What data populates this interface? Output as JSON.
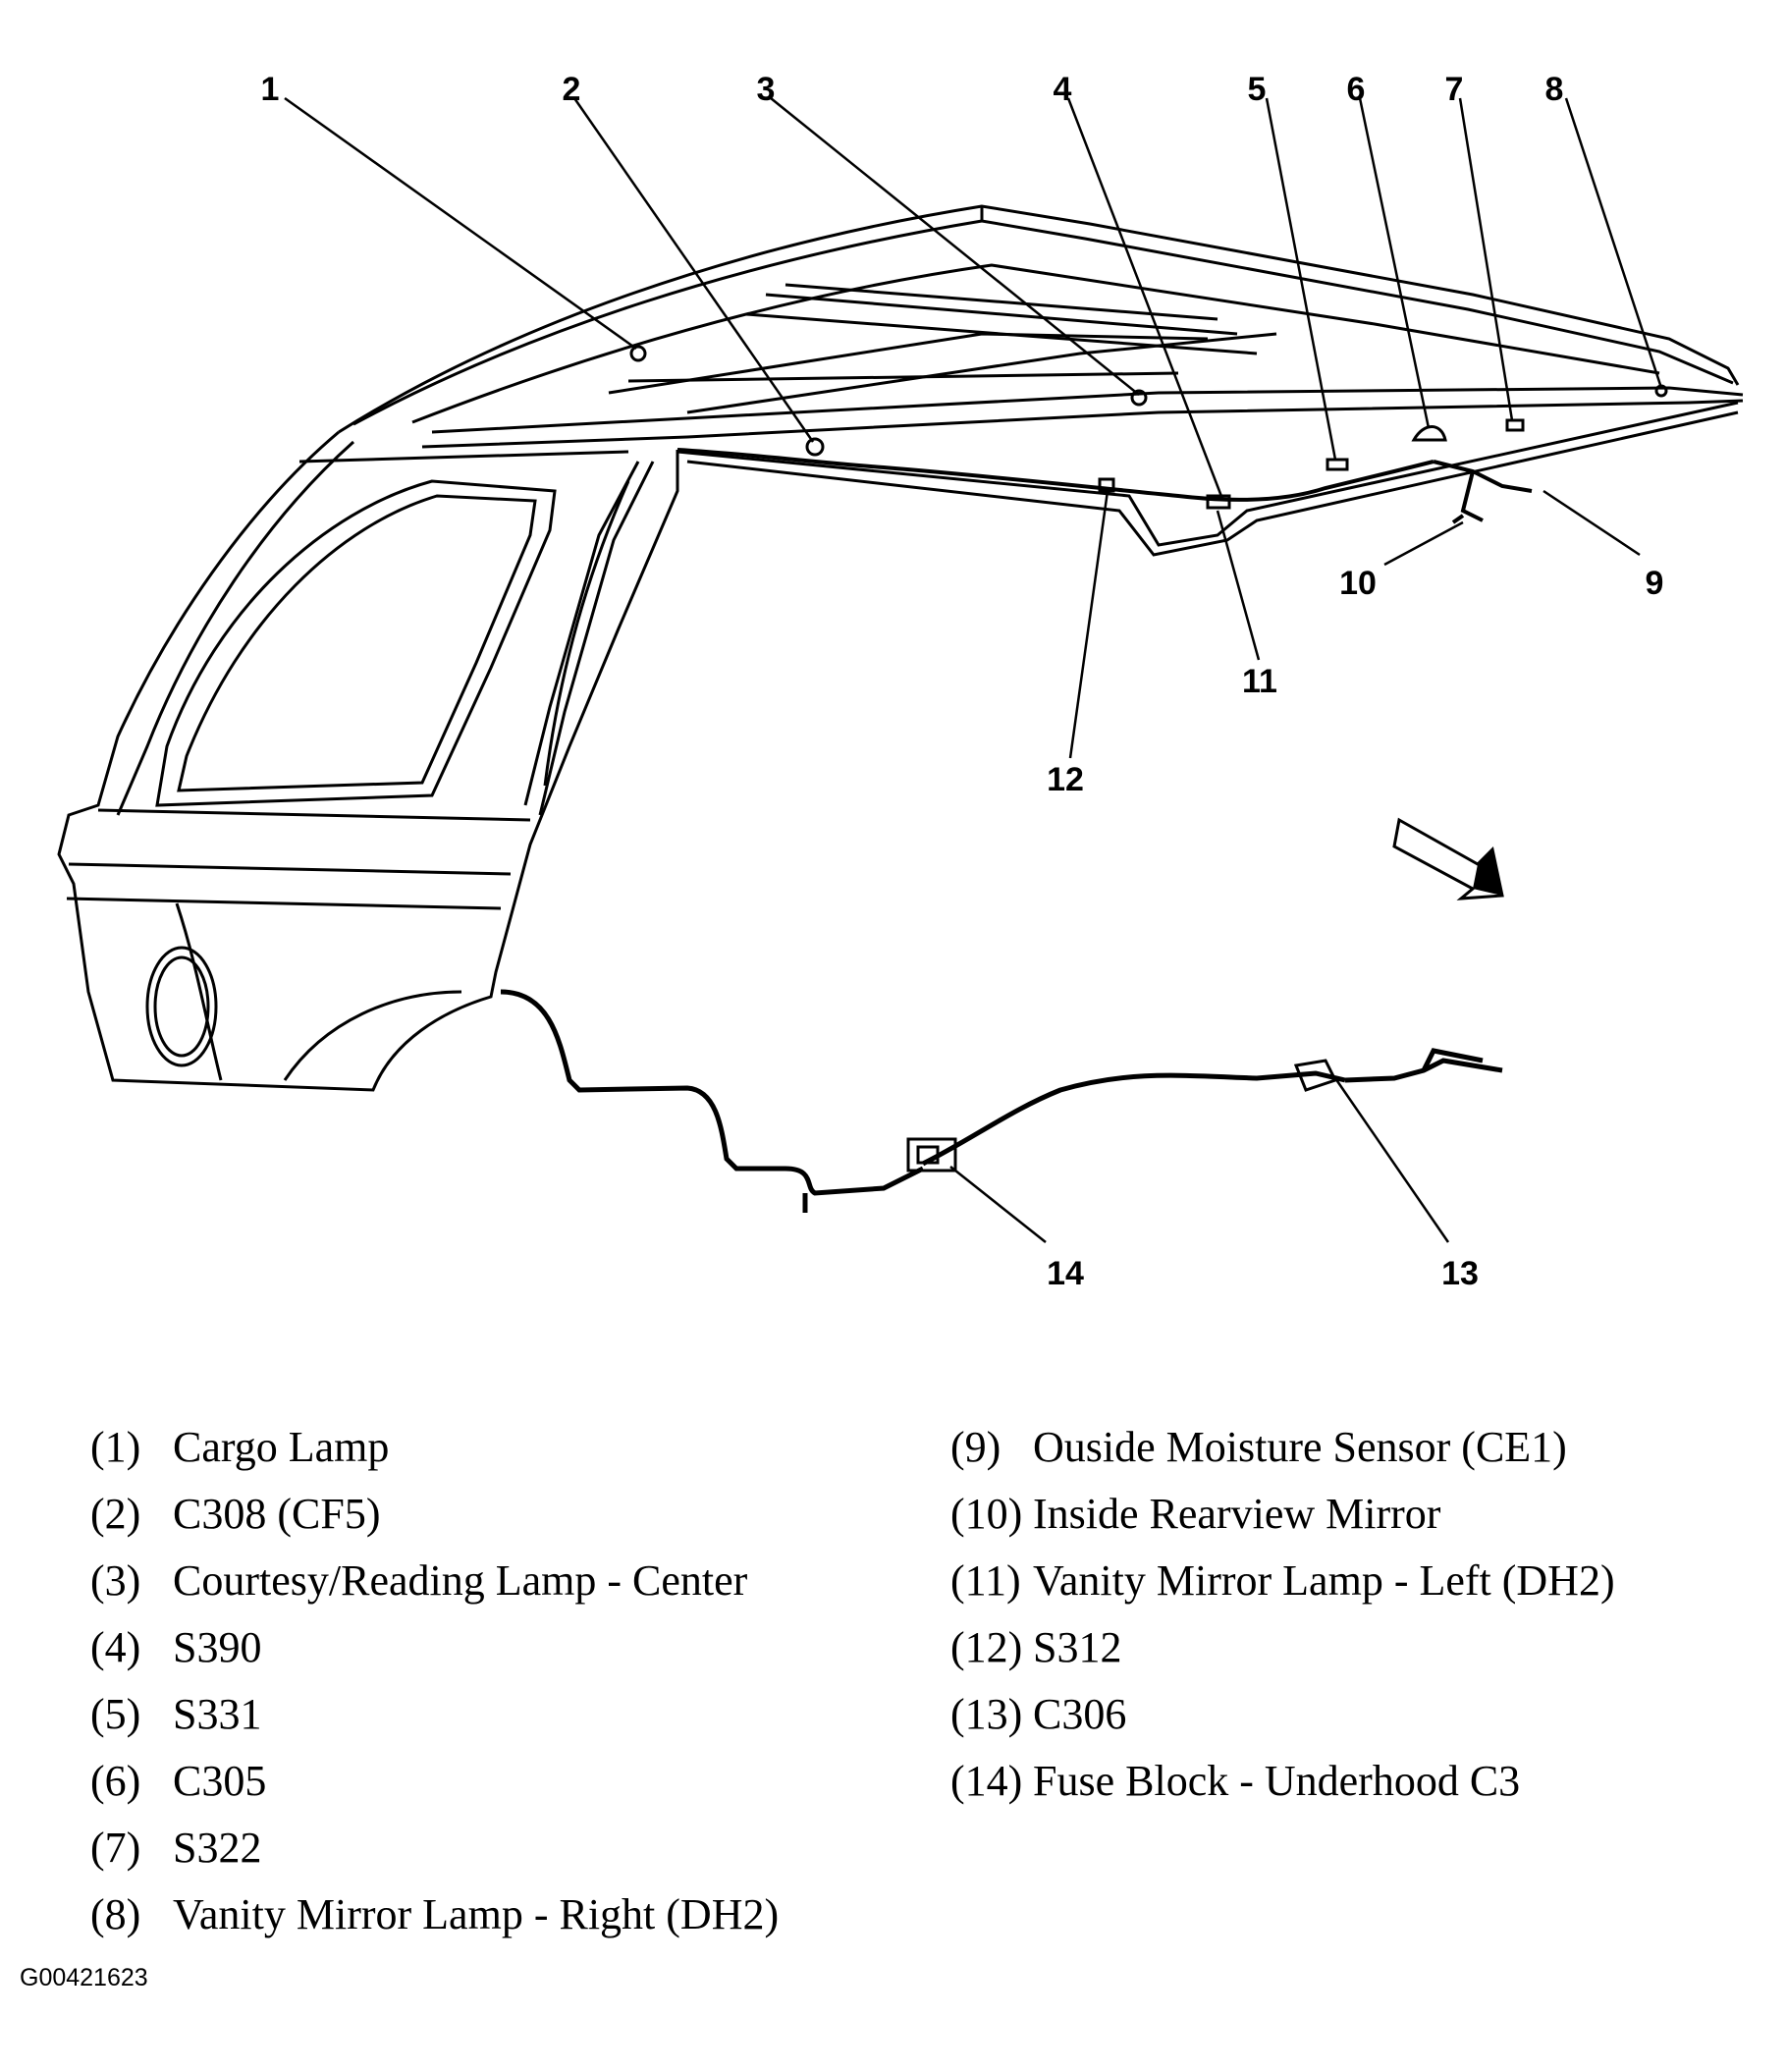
{
  "callouts": [
    "1",
    "2",
    "3",
    "4",
    "5",
    "6",
    "7",
    "8",
    "9",
    "10",
    "11",
    "12",
    "13",
    "14"
  ],
  "legend_left": [
    {
      "num": "(1)",
      "label": "Cargo Lamp"
    },
    {
      "num": "(2)",
      "label": "C308 (CF5)"
    },
    {
      "num": "(3)",
      "label": "Courtesy/Reading Lamp - Center"
    },
    {
      "num": "(4)",
      "label": "S390"
    },
    {
      "num": "(5)",
      "label": "S331"
    },
    {
      "num": "(6)",
      "label": "C305"
    },
    {
      "num": "(7)",
      "label": "S322"
    },
    {
      "num": "(8)",
      "label": "Vanity Mirror Lamp - Right (DH2)"
    }
  ],
  "legend_right": [
    {
      "num": "(9)",
      "label": "Ouside Moisture Sensor (CE1)"
    },
    {
      "num": "(10)",
      "label": "Inside Rearview Mirror"
    },
    {
      "num": "(11)",
      "label": "Vanity Mirror Lamp - Left (DH2)"
    },
    {
      "num": "(12)",
      "label": "S312"
    },
    {
      "num": "(13)",
      "label": "C306"
    },
    {
      "num": "(14)",
      "label": "Fuse Block - Underhood C3"
    }
  ],
  "figure_id": "G00421623"
}
